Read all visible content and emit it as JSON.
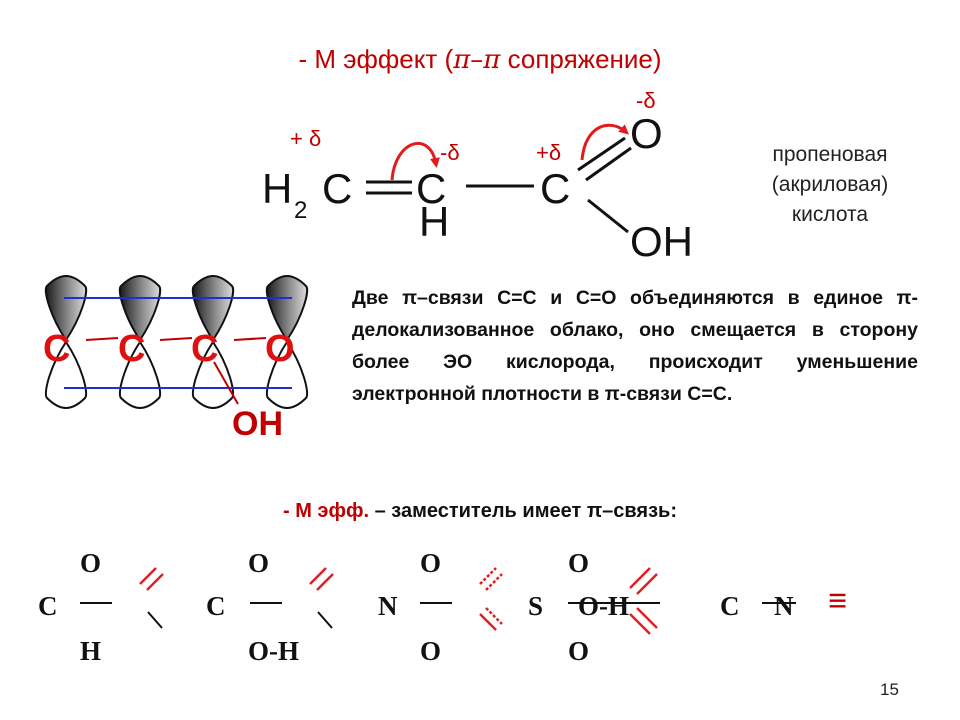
{
  "title": {
    "prefix": "- М эффект (",
    "pi": "π–π",
    "suffix": " сопряжение)"
  },
  "molecule": {
    "h2": "H",
    "sub2": "2",
    "c1": "C",
    "c2": "C",
    "c3": "C",
    "h": "H",
    "o": "O",
    "oh": "OH",
    "charge_c1": "+ δ",
    "charge_c2": "-δ",
    "charge_c3": "+δ",
    "charge_o": "-δ"
  },
  "compound_name": {
    "line1": "пропеновая",
    "line2": "(акриловая)",
    "line3": "кислота"
  },
  "orbital_diagram": {
    "atoms": [
      "C",
      "C",
      "C",
      "O"
    ],
    "substituent": "OH"
  },
  "description": "Две π–связи С=С и С=О объединяются в единое π-делокализованное облако, оно смещается в сторону более ЭО кислорода, происходит уменьшение электронной плотности в π-связи С=С.",
  "subheading": {
    "red": "- М эфф.",
    "rest": " – заместитель имеет π–связь:"
  },
  "groups": {
    "g1": {
      "top": "O",
      "center": "C",
      "bottom": "H"
    },
    "g2": {
      "top": "O",
      "center": "C",
      "bottom": "O-H"
    },
    "g3": {
      "top": "O",
      "center": "N",
      "bottom": "O"
    },
    "g4": {
      "top": "O",
      "center": "S",
      "right": "O-H",
      "bottom": "O"
    },
    "g5": {
      "left": "C",
      "right": "N",
      "triple": "≡"
    }
  },
  "page_number": "15",
  "colors": {
    "accent": "#c00000",
    "orbital_line": "#1f2fd6",
    "text": "#111111"
  }
}
